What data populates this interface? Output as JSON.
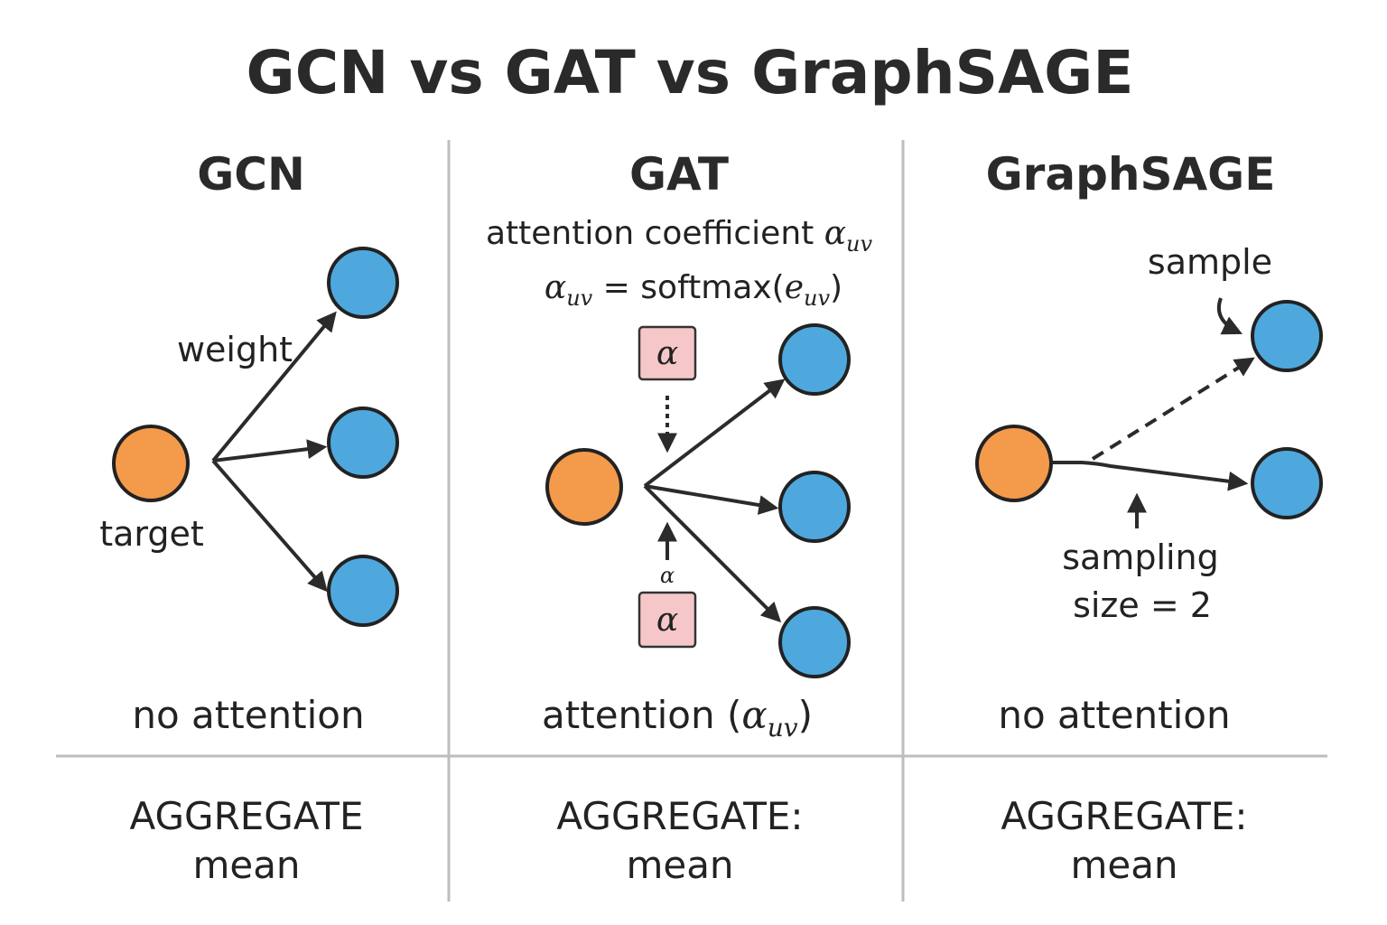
{
  "title": "GCN vs GAT vs GraphSAGE",
  "colors": {
    "target_node": "#f49a4b",
    "neighbor_node": "#4ea8de",
    "alpha_box": "#f6c7c9",
    "edge": "#2b2b2b",
    "divider": "#bdbdbd"
  },
  "gcn": {
    "heading": "GCN",
    "edge_label": "weight",
    "target_label": "target",
    "attention": "no attention",
    "aggregate_line1": "AGGREGATE",
    "aggregate_line2": "mean"
  },
  "gat": {
    "heading": "GAT",
    "subtitle": "attention coefficient",
    "subtitle_symbol": "α",
    "subtitle_sub": "uv",
    "formula_lhs": "α",
    "formula_lhs_sub": "uv",
    "formula_eq": " = softmax(",
    "formula_e": "e",
    "formula_e_sub": "uv",
    "formula_close": ")",
    "alpha_box_top": "α",
    "alpha_box_bottom": "α",
    "alpha_small": "α",
    "attention_prefix": "attention (",
    "attention_symbol": "α",
    "attention_sub": "uv",
    "attention_suffix": ")",
    "aggregate_line1": "AGGREGATE:",
    "aggregate_line2": "mean"
  },
  "graphsage": {
    "heading": "GraphSAGE",
    "sample_label": "sample",
    "sampling_line1": "sampling",
    "sampling_line2": "size = 2",
    "attention": "no attention",
    "aggregate_line1": "AGGREGATE:",
    "aggregate_line2": "mean"
  }
}
